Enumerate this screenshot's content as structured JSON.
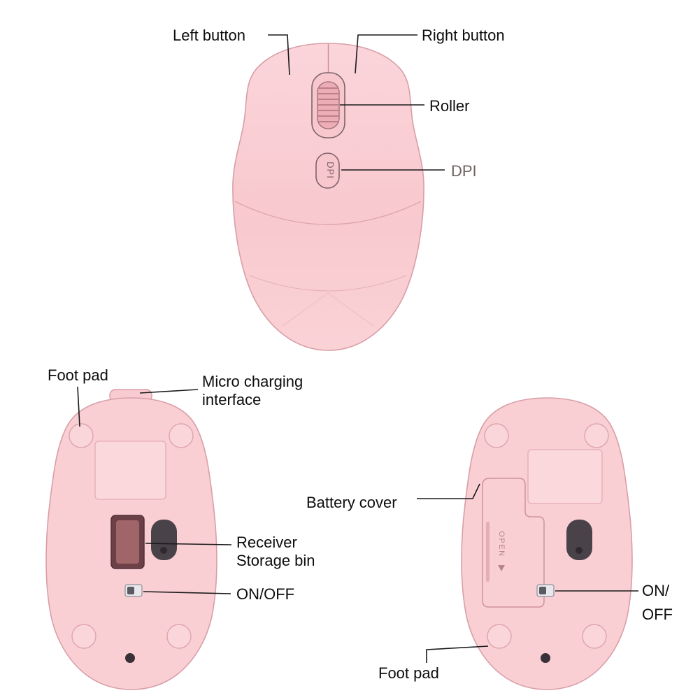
{
  "labels": {
    "top": {
      "left_button": "Left button",
      "right_button": "Right button",
      "roller": "Roller",
      "dpi": "DPI"
    },
    "bottom_left": {
      "foot_pad": "Foot pad",
      "micro_charging_l1": "Micro charging",
      "micro_charging_l2": "interface",
      "receiver_l1": "Receiver",
      "receiver_l2": "Storage bin",
      "on_off": "ON/OFF"
    },
    "bottom_right": {
      "battery_cover": "Battery cover",
      "on_off_l1": "ON/",
      "on_off_l2": "OFF",
      "foot_pad": "Foot pad"
    }
  },
  "device_text": {
    "dpi_button": "DPI",
    "open_marking": "OPEN"
  },
  "colors": {
    "mouse_body": "#f8cbd1",
    "mouse_body_light": "#fbd7db",
    "mouse_outline": "#d99ea7",
    "detail_dark": "#7d6468",
    "receiver_dark": "#6b4046",
    "sensor_dark": "#494249",
    "callout_line": "#1a1a1a",
    "label_text": "#0d0d0d",
    "dpi_label_text": "#6f6360"
  }
}
